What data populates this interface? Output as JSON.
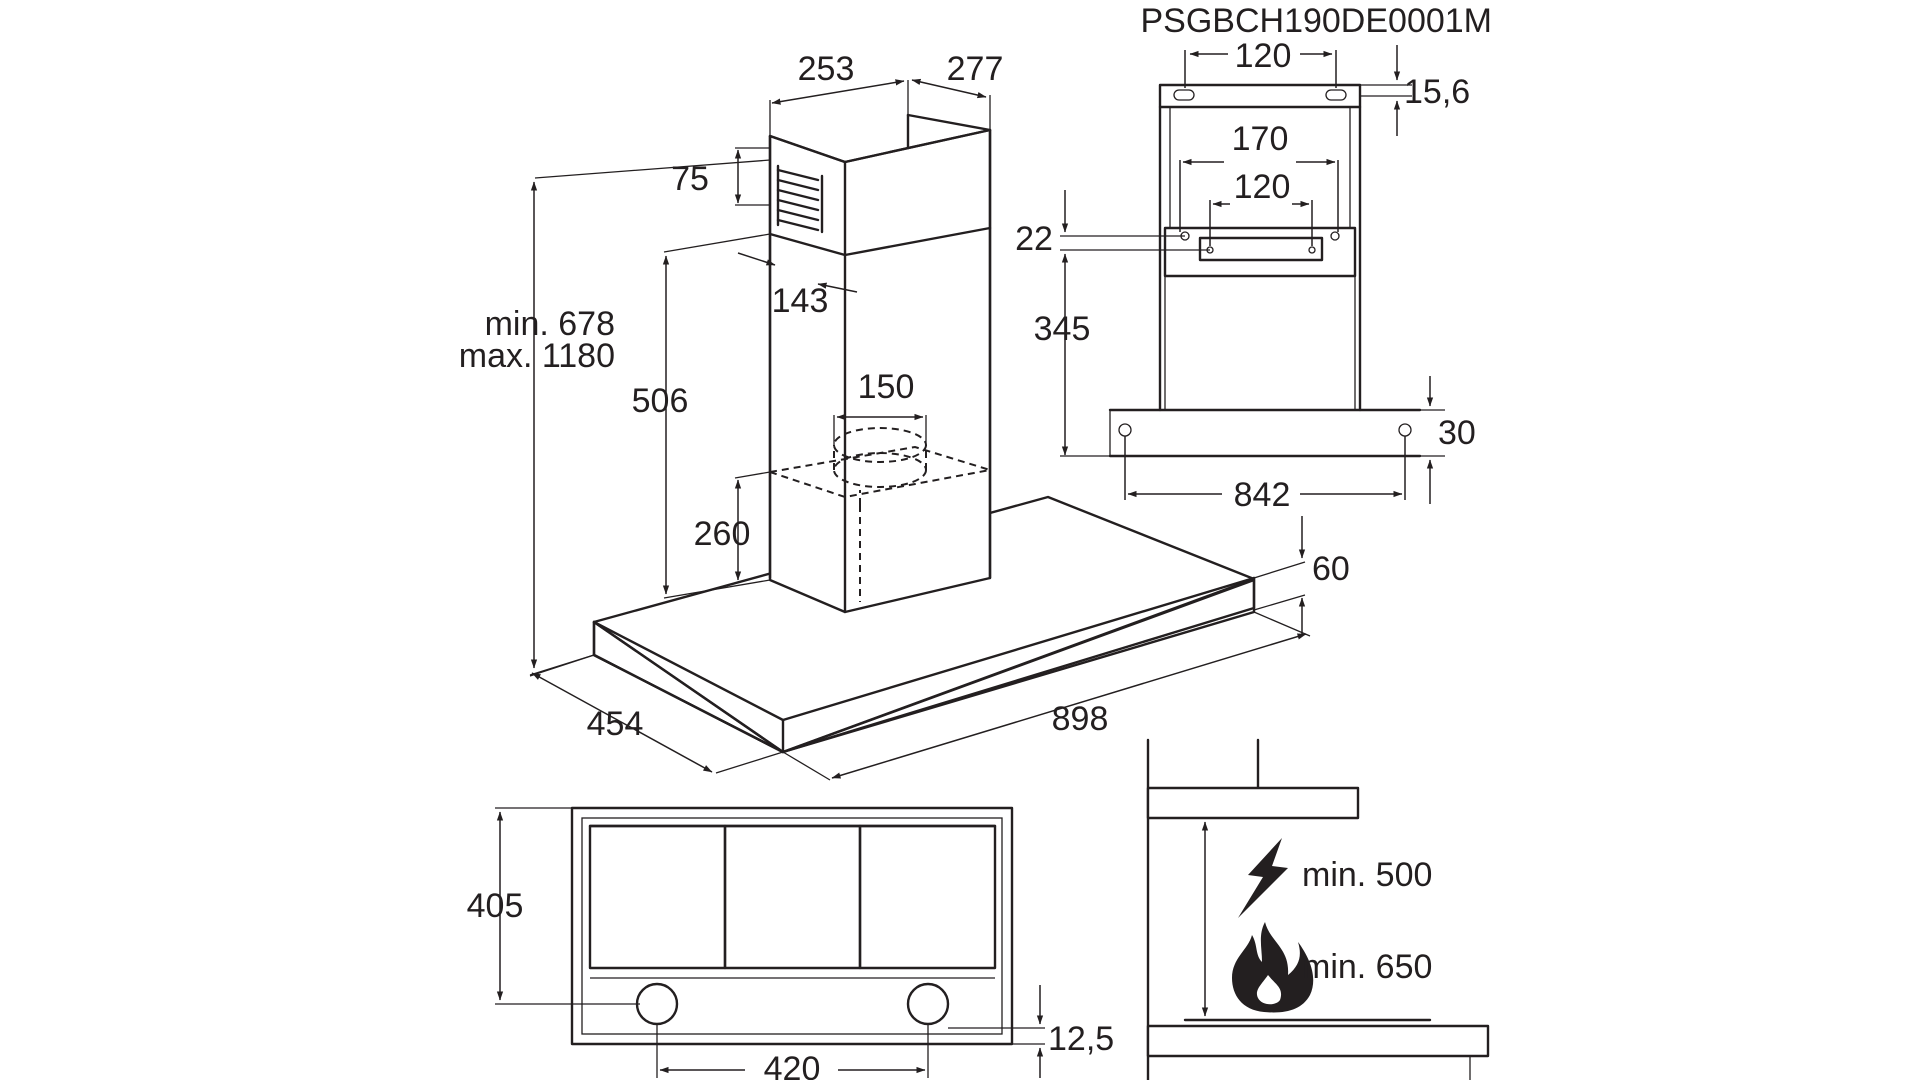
{
  "model_code": "PSGBCH190DE0001M",
  "hood_view": {
    "chimney_width": "253",
    "chimney_depth": "277",
    "vent_height": "75",
    "vent_offset": "143",
    "total_height_min": "min. 678",
    "total_height_max": "max. 1180",
    "chimney_min": "506",
    "duct_diameter": "150",
    "motor_height": "260",
    "canopy_thickness": "60",
    "canopy_width": "898",
    "canopy_depth": "454"
  },
  "bracket_view": {
    "top_hole_spacing": "120",
    "top_offset": "15,6",
    "bracket_width": "170",
    "bracket_holes": "120",
    "bracket_height": "22",
    "bracket_drop": "345",
    "bottom_offset": "30",
    "bottom_hole_spacing": "842"
  },
  "bottom_view": {
    "depth": "405",
    "light_spacing": "420",
    "light_offset": "12,5"
  },
  "clearance_view": {
    "electric_min": "min. 500",
    "gas_min": "min. 650",
    "electric_icon": "lightning-icon",
    "gas_icon": "flame-icon"
  }
}
